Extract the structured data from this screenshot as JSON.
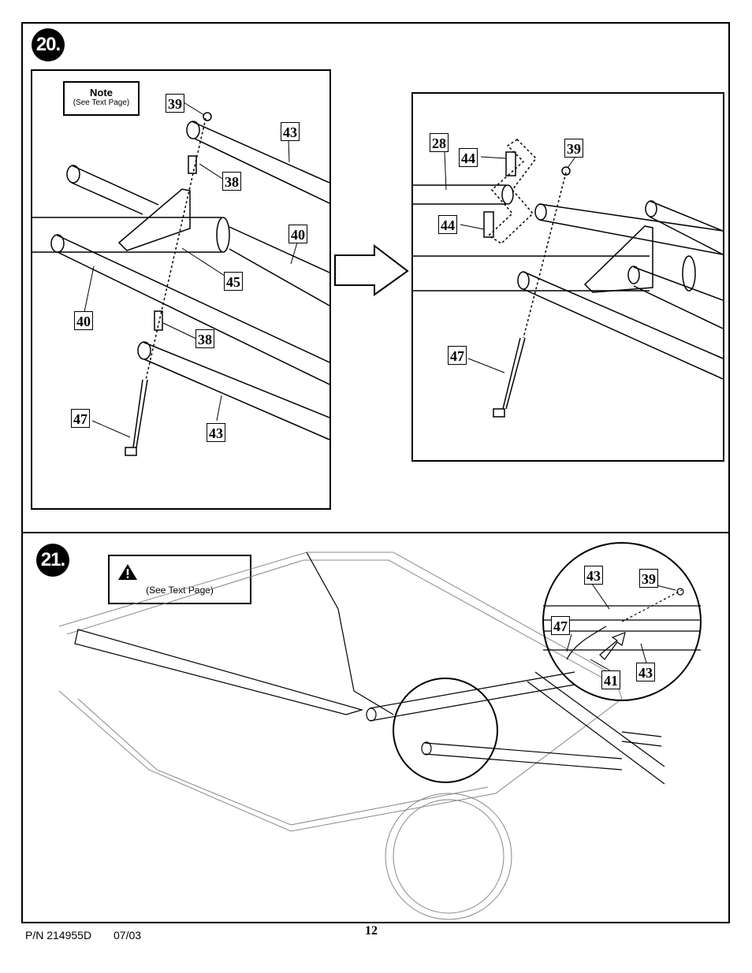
{
  "step20": {
    "badge": "20.",
    "note_title": "Note",
    "note_sub": "(See Text Page)",
    "left_callouts": [
      "39",
      "43",
      "38",
      "40",
      "45",
      "40",
      "38",
      "43",
      "47"
    ],
    "right_callouts": [
      "28",
      "44",
      "39",
      "44",
      "47"
    ]
  },
  "step21": {
    "badge": "21.",
    "warning_icon": "warning-triangle-icon",
    "warning_sub": "(See Text Page)",
    "callouts": [
      "43",
      "39",
      "47",
      "41",
      "43"
    ]
  },
  "footer": {
    "part_number": "P/N 214955D",
    "date": "07/03",
    "page": "12"
  }
}
